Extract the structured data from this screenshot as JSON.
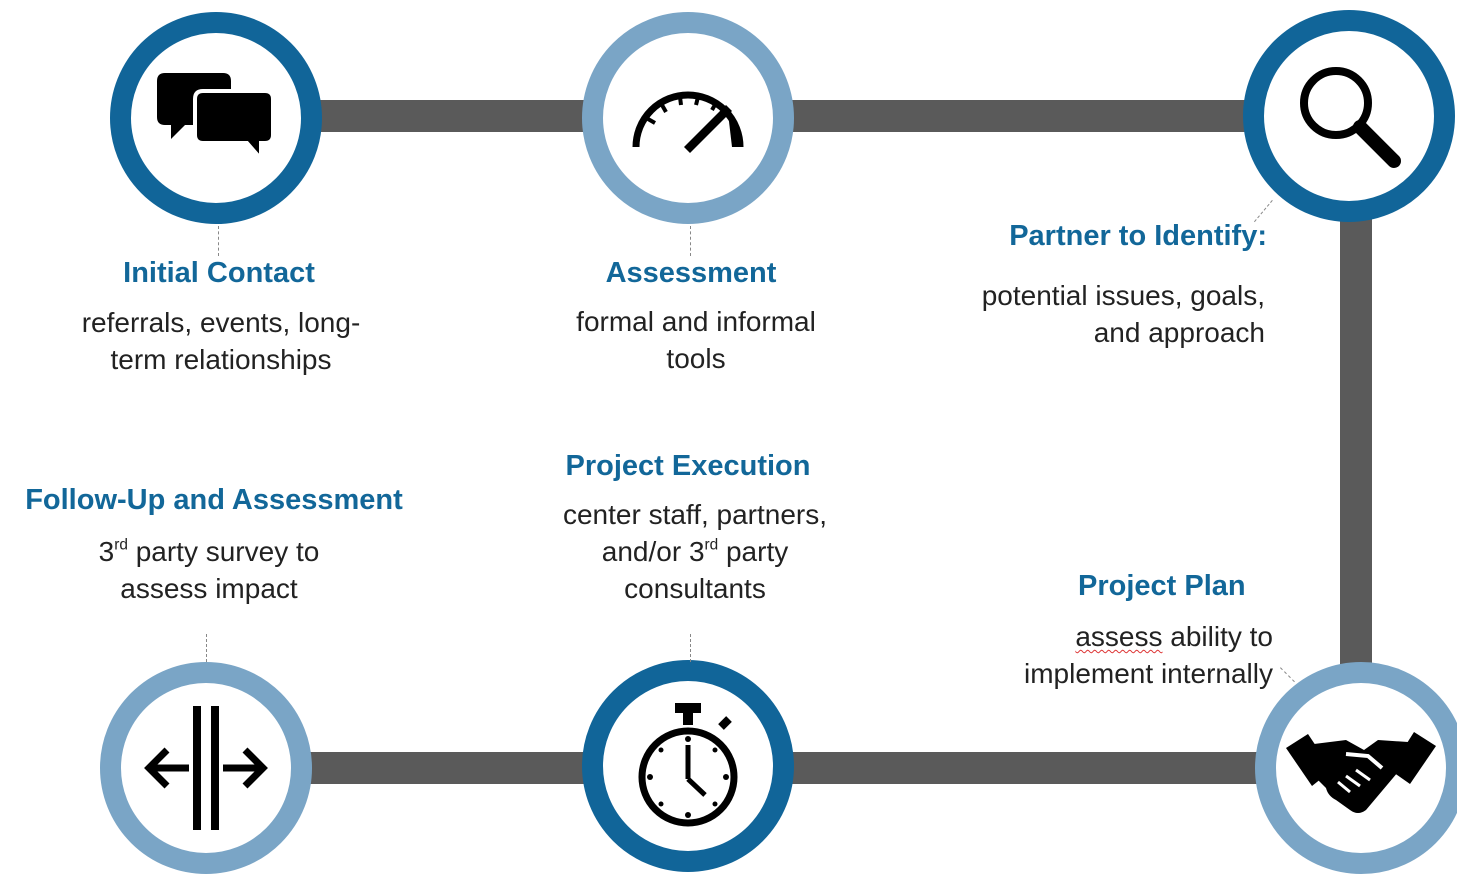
{
  "colors": {
    "dark_blue": "#116599",
    "light_blue": "#7aa5c6",
    "track_gray": "#5a5a5a",
    "title_blue": "#126799"
  },
  "steps": [
    {
      "icon": "chat-bubbles-icon",
      "title": "Initial Contact",
      "desc_lines": [
        "referrals, events, long-",
        "term relationships"
      ]
    },
    {
      "icon": "speedometer-icon",
      "title": "Assessment",
      "desc_lines": [
        "formal and informal",
        "tools"
      ]
    },
    {
      "icon": "magnifier-icon",
      "title": "Partner to Identify:",
      "desc_lines": [
        "potential issues, goals,",
        "and approach"
      ]
    },
    {
      "icon": "handshake-icon",
      "title": "Project Plan",
      "desc_line1_word": "assess",
      "desc_line1_rest": " ability to",
      "desc_line2": "implement internally"
    },
    {
      "icon": "stopwatch-icon",
      "title": "Project Execution",
      "desc_line1": "center staff, partners,",
      "desc_line2_a": "and/or 3",
      "desc_line2_sup": "rd",
      "desc_line2_b": " party",
      "desc_line3": "consultants"
    },
    {
      "icon": "split-arrows-icon",
      "title": "Follow-Up and Assessment",
      "desc_line1_a": "3",
      "desc_line1_sup": "rd",
      "desc_line1_b": " party survey to",
      "desc_line2": "assess impact"
    }
  ]
}
